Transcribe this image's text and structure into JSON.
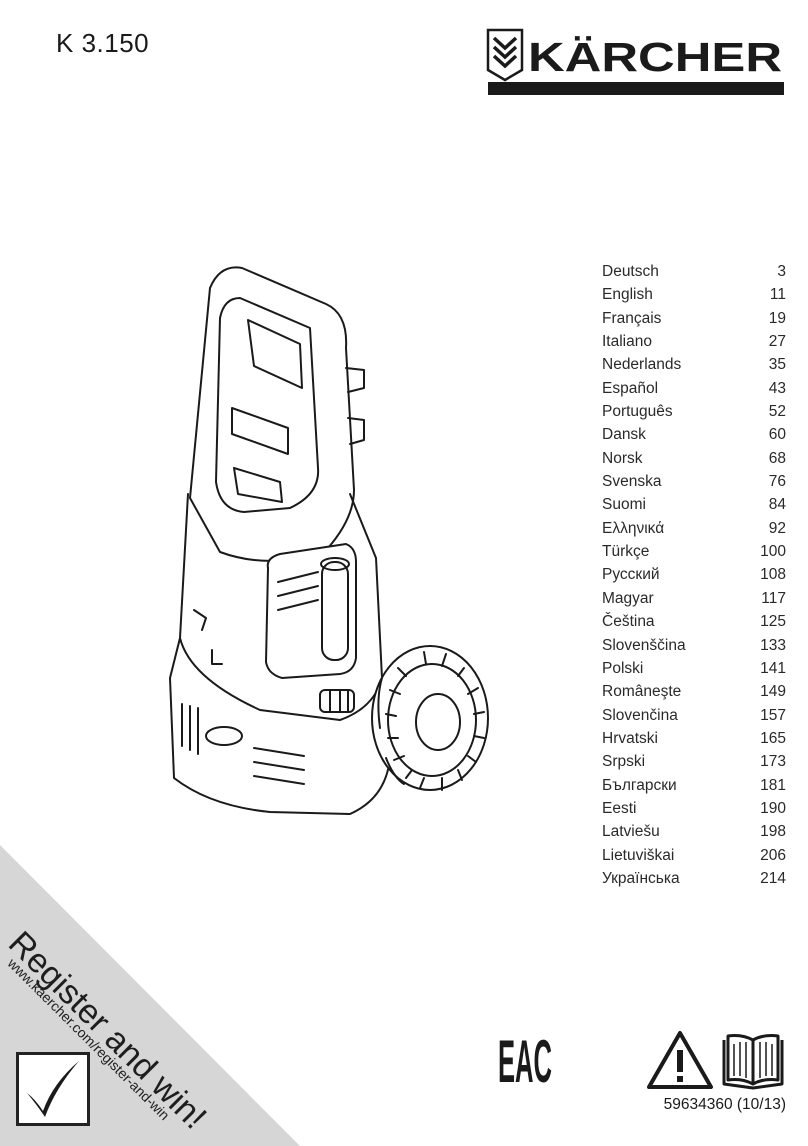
{
  "header": {
    "model": "K 3.150",
    "brand": "KÄRCHER"
  },
  "languages": [
    {
      "name": "Deutsch",
      "page": "3"
    },
    {
      "name": "English",
      "page": "11"
    },
    {
      "name": "Français",
      "page": "19"
    },
    {
      "name": "Italiano",
      "page": "27"
    },
    {
      "name": "Nederlands",
      "page": "35"
    },
    {
      "name": "Español",
      "page": "43"
    },
    {
      "name": "Português",
      "page": "52"
    },
    {
      "name": "Dansk",
      "page": "60"
    },
    {
      "name": "Norsk",
      "page": "68"
    },
    {
      "name": "Svenska",
      "page": "76"
    },
    {
      "name": "Suomi",
      "page": "84"
    },
    {
      "name": "Ελληνικά",
      "page": "92"
    },
    {
      "name": "Türkçe",
      "page": "100"
    },
    {
      "name": "Русский",
      "page": "108"
    },
    {
      "name": "Magyar",
      "page": "117"
    },
    {
      "name": "Čeština",
      "page": "125"
    },
    {
      "name": "Slovenščina",
      "page": "133"
    },
    {
      "name": "Polski",
      "page": "141"
    },
    {
      "name": "Româneşte",
      "page": "149"
    },
    {
      "name": "Slovenčina",
      "page": "157"
    },
    {
      "name": "Hrvatski",
      "page": "165"
    },
    {
      "name": "Srpski",
      "page": "173"
    },
    {
      "name": "Български",
      "page": "181"
    },
    {
      "name": "Eesti",
      "page": "190"
    },
    {
      "name": "Latviešu",
      "page": "198"
    },
    {
      "name": "Lietuviškai",
      "page": "206"
    },
    {
      "name": "Українська",
      "page": "214"
    }
  ],
  "promo": {
    "title": "Register and win!",
    "url": "www.kaercher.com/register-and-win"
  },
  "footer": {
    "certification_mark": "EAC",
    "part_number": "59634360 (10/13)"
  },
  "colors": {
    "brand_bar": "#1a1a1a",
    "corner_band": "#d6d6d6"
  },
  "icons": {
    "warning": "warning-triangle-icon",
    "manual": "open-book-icon",
    "check": "checkmark-icon"
  }
}
